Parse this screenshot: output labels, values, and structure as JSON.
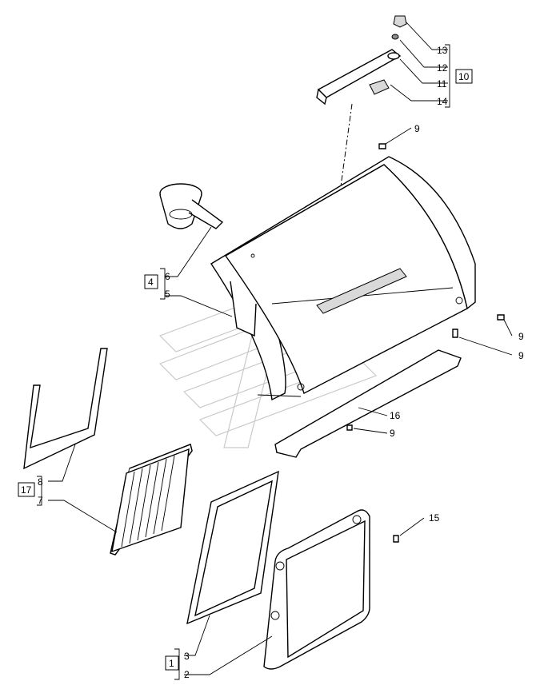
{
  "diagram": {
    "callouts": {
      "c1": "1",
      "c2": "2",
      "c3": "3",
      "c4": "4",
      "c5": "5",
      "c6": "6",
      "c7": "7",
      "c8": "8",
      "c9a": "9",
      "c9b": "9",
      "c9c": "9",
      "c9d": "9",
      "c10": "10",
      "c11": "11",
      "c12": "12",
      "c13": "13",
      "c14": "14",
      "c15": "15",
      "c16": "16",
      "c17": "17"
    }
  }
}
